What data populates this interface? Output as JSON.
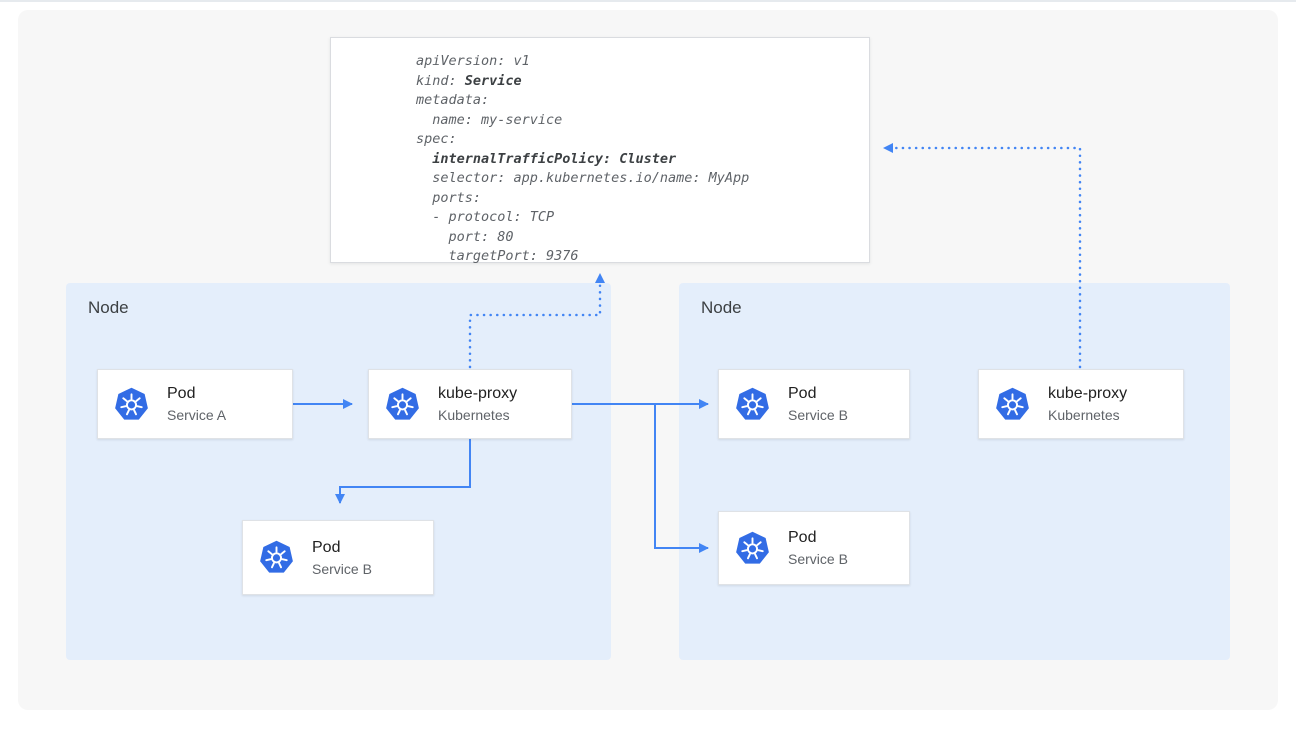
{
  "colors": {
    "accent_blue": "#4285f4",
    "kubernetes_blue": "#326ce5",
    "node_fill": "#e4eefb",
    "canvas_fill": "#f7f7f7",
    "card_border": "#dfe2e6",
    "code_text": "#5f6368",
    "title_text": "#212121",
    "subtitle_text": "#5f6368"
  },
  "yaml_card": {
    "lines": [
      {
        "parts": [
          {
            "text": "apiVersion: v1"
          }
        ]
      },
      {
        "parts": [
          {
            "text": "kind: "
          },
          {
            "text": "Service",
            "bold": true
          }
        ]
      },
      {
        "parts": [
          {
            "text": "metadata:"
          }
        ]
      },
      {
        "parts": [
          {
            "text": "  name: my-service"
          }
        ]
      },
      {
        "parts": [
          {
            "text": "spec:"
          }
        ]
      },
      {
        "parts": [
          {
            "text": "  "
          },
          {
            "text": "internalTrafficPolicy: Cluster",
            "bold": true
          }
        ]
      },
      {
        "parts": [
          {
            "text": "  selector: app.kubernetes.io/name: MyApp"
          }
        ]
      },
      {
        "parts": [
          {
            "text": "  ports:"
          }
        ]
      },
      {
        "parts": [
          {
            "text": "  - protocol: TCP"
          }
        ]
      },
      {
        "parts": [
          {
            "text": "    port: 80"
          }
        ]
      },
      {
        "parts": [
          {
            "text": "    targetPort: 9376"
          }
        ]
      }
    ]
  },
  "nodes": {
    "left": {
      "label": "Node",
      "cards": {
        "pod_a": {
          "title": "Pod",
          "subtitle": "Service A"
        },
        "kube_proxy": {
          "title": "kube-proxy",
          "subtitle": "Kubernetes"
        },
        "pod_b": {
          "title": "Pod",
          "subtitle": "Service B"
        }
      }
    },
    "right": {
      "label": "Node",
      "cards": {
        "pod_b_top": {
          "title": "Pod",
          "subtitle": "Service B"
        },
        "pod_b_bottom": {
          "title": "Pod",
          "subtitle": "Service B"
        },
        "kube_proxy": {
          "title": "kube-proxy",
          "subtitle": "Kubernetes"
        }
      }
    }
  }
}
